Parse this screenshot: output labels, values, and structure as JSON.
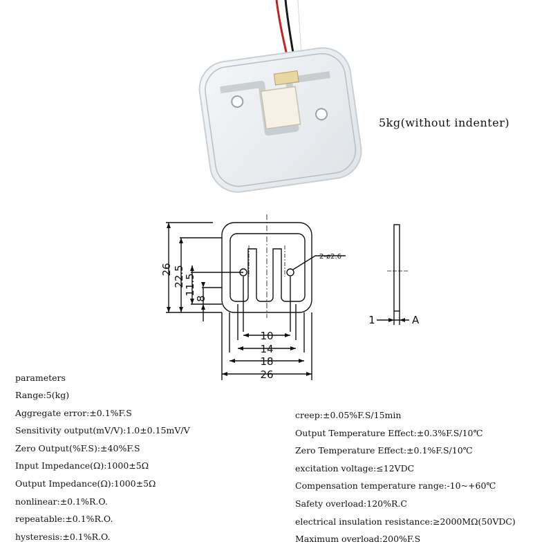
{
  "product_photo": {
    "caption": "5kg(without indenter)"
  },
  "drawing": {
    "note_hole": "2-ø2.6",
    "height_dims": [
      "26",
      "22.5",
      "11.5",
      "8"
    ],
    "width_dims": [
      "10",
      "14",
      "18",
      "26"
    ],
    "thickness_label": "1",
    "view_label": "A"
  },
  "parameters": {
    "title": "parameters",
    "left": [
      "Range:5(kg)",
      "Aggregate error:±0.1%F.S",
      "Sensitivity output(mV/V):1.0±0.15mV/V",
      "Zero Output(%F.S):±40%F.S",
      "Input Impedance(Ω):1000±5Ω",
      "Output Impedance(Ω):1000±5Ω",
      "nonlinear:±0.1%R.O.",
      "repeatable:±0.1%R.O.",
      "hysteresis:±0.1%R.O."
    ],
    "right": [
      "creep:±0.05%F.S/15min",
      "Output Temperature Effect:±0.3%F.S/10℃",
      "Zero Temperature Effect:±0.1%F.S/10℃",
      "excitation voltage:≤12VDC",
      "Compensation temperature range:-10~+60℃",
      "Safety overload:120%R.C",
      "electrical insulation resistance:≥2000MΩ(50VDC)",
      "Maximum overload:200%F.S"
    ]
  }
}
